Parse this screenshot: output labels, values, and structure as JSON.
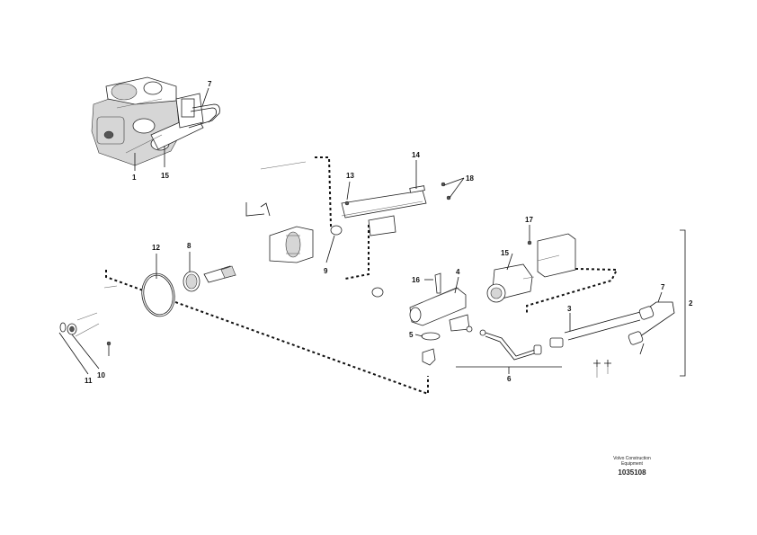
{
  "callouts": {
    "c1": "1",
    "c2": "2",
    "c3": "3",
    "c4": "4",
    "c5": "5",
    "c6": "6",
    "c7a": "7",
    "c7b": "7",
    "c8": "8",
    "c9": "9",
    "c10": "10",
    "c11": "11",
    "c12": "12",
    "c13": "13",
    "c14": "14",
    "c15a": "15",
    "c15b": "15",
    "c16": "16",
    "c17": "17",
    "c18": "18"
  },
  "brand": {
    "line1": "Volvo Construction",
    "line2": "Equipment",
    "drawing_number": "1035108"
  }
}
